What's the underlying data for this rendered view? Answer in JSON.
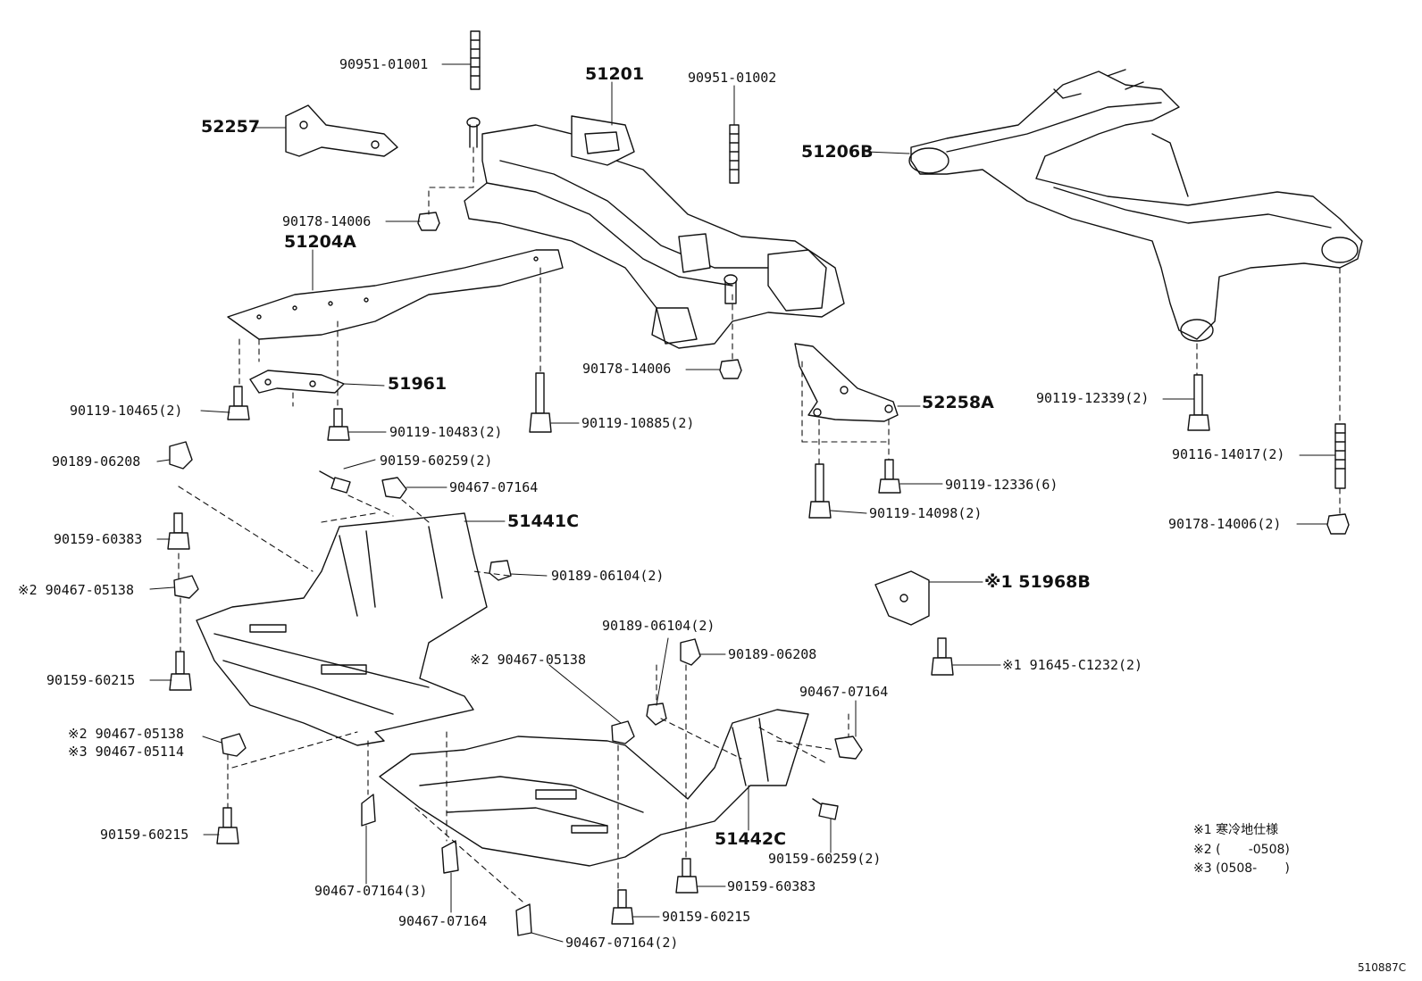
{
  "labels": {
    "p_9095101001": "90951-01001",
    "p_51201": "51201",
    "p_9095101002": "90951-01002",
    "p_52257": "52257",
    "p_51206b": "51206B",
    "p_9017814006_a": "90178-14006",
    "p_51204a": "51204A",
    "p_51961": "51961",
    "p_9017814006_b": "90178-14006",
    "p_9011910465": "90119-10465(2)",
    "p_9011910483": "90119-10483(2)",
    "p_9011910885": "90119-10885(2)",
    "p_52258a": "52258A",
    "p_9011912339": "90119-12339(2)",
    "p_9011614017": "90116-14017(2)",
    "p_9018906208_a": "90189-06208",
    "p_9015960259_a": "90159-60259(2)",
    "p_9046707164_a": "90467-07164",
    "p_9011912336": "90119-12336(6)",
    "p_9011914098": "90119-14098(2)",
    "p_51441c": "51441C",
    "p_9015960383_a": "90159-60383",
    "p_9018906104_a": "90189-06104(2)",
    "p_9017814006_c": "90178-14006(2)",
    "p_9046705138_a": "※2 90467-05138",
    "p_51968b": "※1 51968B",
    "p_9018906104_b": "90189-06104(2)",
    "p_9018906208_b": "90189-06208",
    "p_9046705138_b": "※2 90467-05138",
    "p_9164512": "※1 91645-C1232(2)",
    "p_9015960215_a": "90159-60215",
    "p_9046707164_b": "90467-07164",
    "p_9046705138_c": "※2 90467-05138",
    "p_9046705114": "※3 90467-05114",
    "p_51442c": "51442C",
    "p_9015960259_b": "90159-60259(2)",
    "p_9015960215_b": "90159-60215",
    "p_9046707164_c": "90467-07164(3)",
    "p_9015960383_b": "90159-60383",
    "p_9046707164_d": "90467-07164",
    "p_9015960215_c": "90159-60215",
    "p_9046707164_e": "90467-07164(2)"
  },
  "notes": {
    "n1": "※1 寒冷地仕様",
    "n2": "※2 (       -0508)",
    "n3": "※3 (0508-       )"
  },
  "figure_id": "510887C"
}
